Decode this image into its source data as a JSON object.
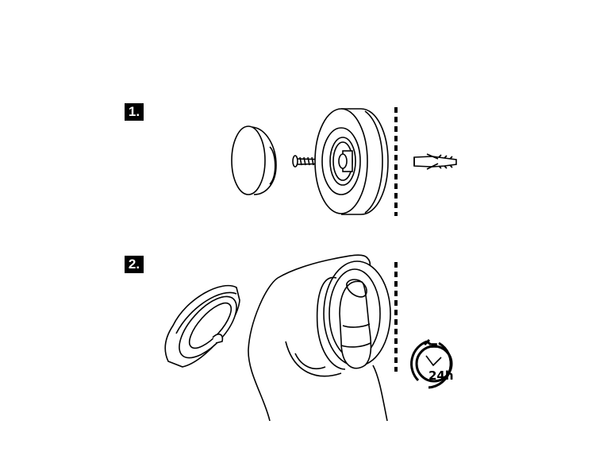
{
  "steps": [
    {
      "label": "1.",
      "icons": [
        "cover-cap",
        "screw",
        "mounting-ring",
        "wall",
        "wall-anchor"
      ]
    },
    {
      "label": "2.",
      "icons": [
        "mounting-ring",
        "hand-pressing",
        "wall",
        "clock-24h"
      ]
    }
  ],
  "clock": {
    "text": "24h"
  },
  "colors": {
    "line": "#000000",
    "background": "#ffffff"
  }
}
